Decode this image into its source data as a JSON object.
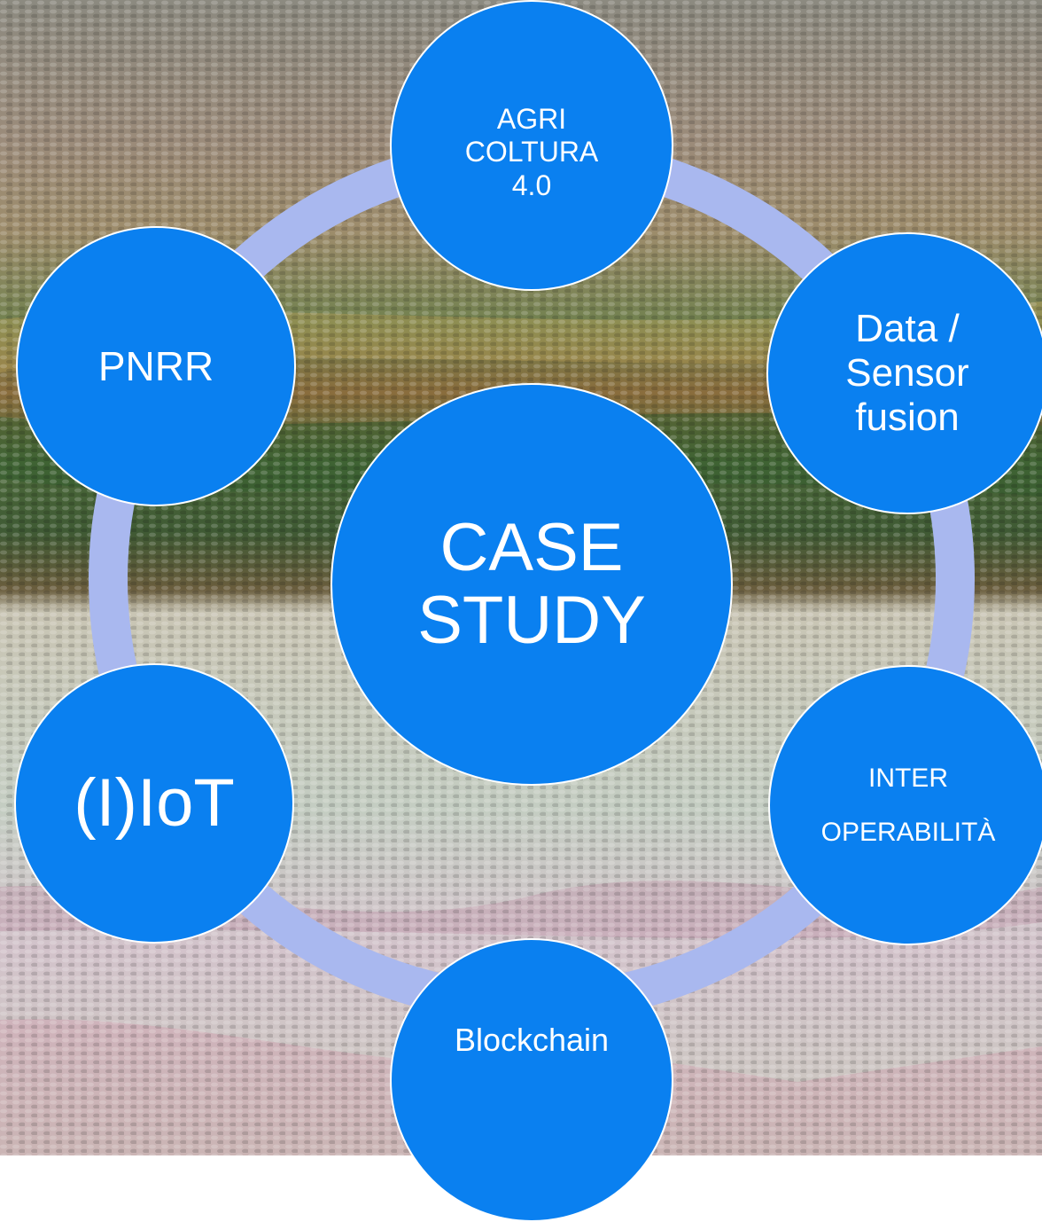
{
  "colors": {
    "node_fill": "#0a80f0",
    "node_border": "#ffffff",
    "ring": "#a9b8ef",
    "text": "#ffffff"
  },
  "background": {
    "description_free": true,
    "bands": [
      "#8d7f70",
      "#6f7c4d",
      "#8a6f3a",
      "#445f34",
      "#c7c3ae",
      "#b9c8bc",
      "#cfb3c4"
    ]
  },
  "center": {
    "lines": [
      "CASE",
      "STUDY"
    ]
  },
  "nodes": {
    "top": {
      "lines": [
        "AGRI",
        "COLTURA",
        "4.0"
      ]
    },
    "right": {
      "lines": [
        "Data /",
        "Sensor",
        "fusion"
      ]
    },
    "pnrr": {
      "lines": [
        "PNRR"
      ]
    },
    "iot": {
      "lines": [
        "(I)IoT"
      ]
    },
    "inter": {
      "lines": [
        "INTER",
        "OPERABILITÀ"
      ]
    },
    "block": {
      "lines": [
        "Blockchain"
      ]
    }
  }
}
